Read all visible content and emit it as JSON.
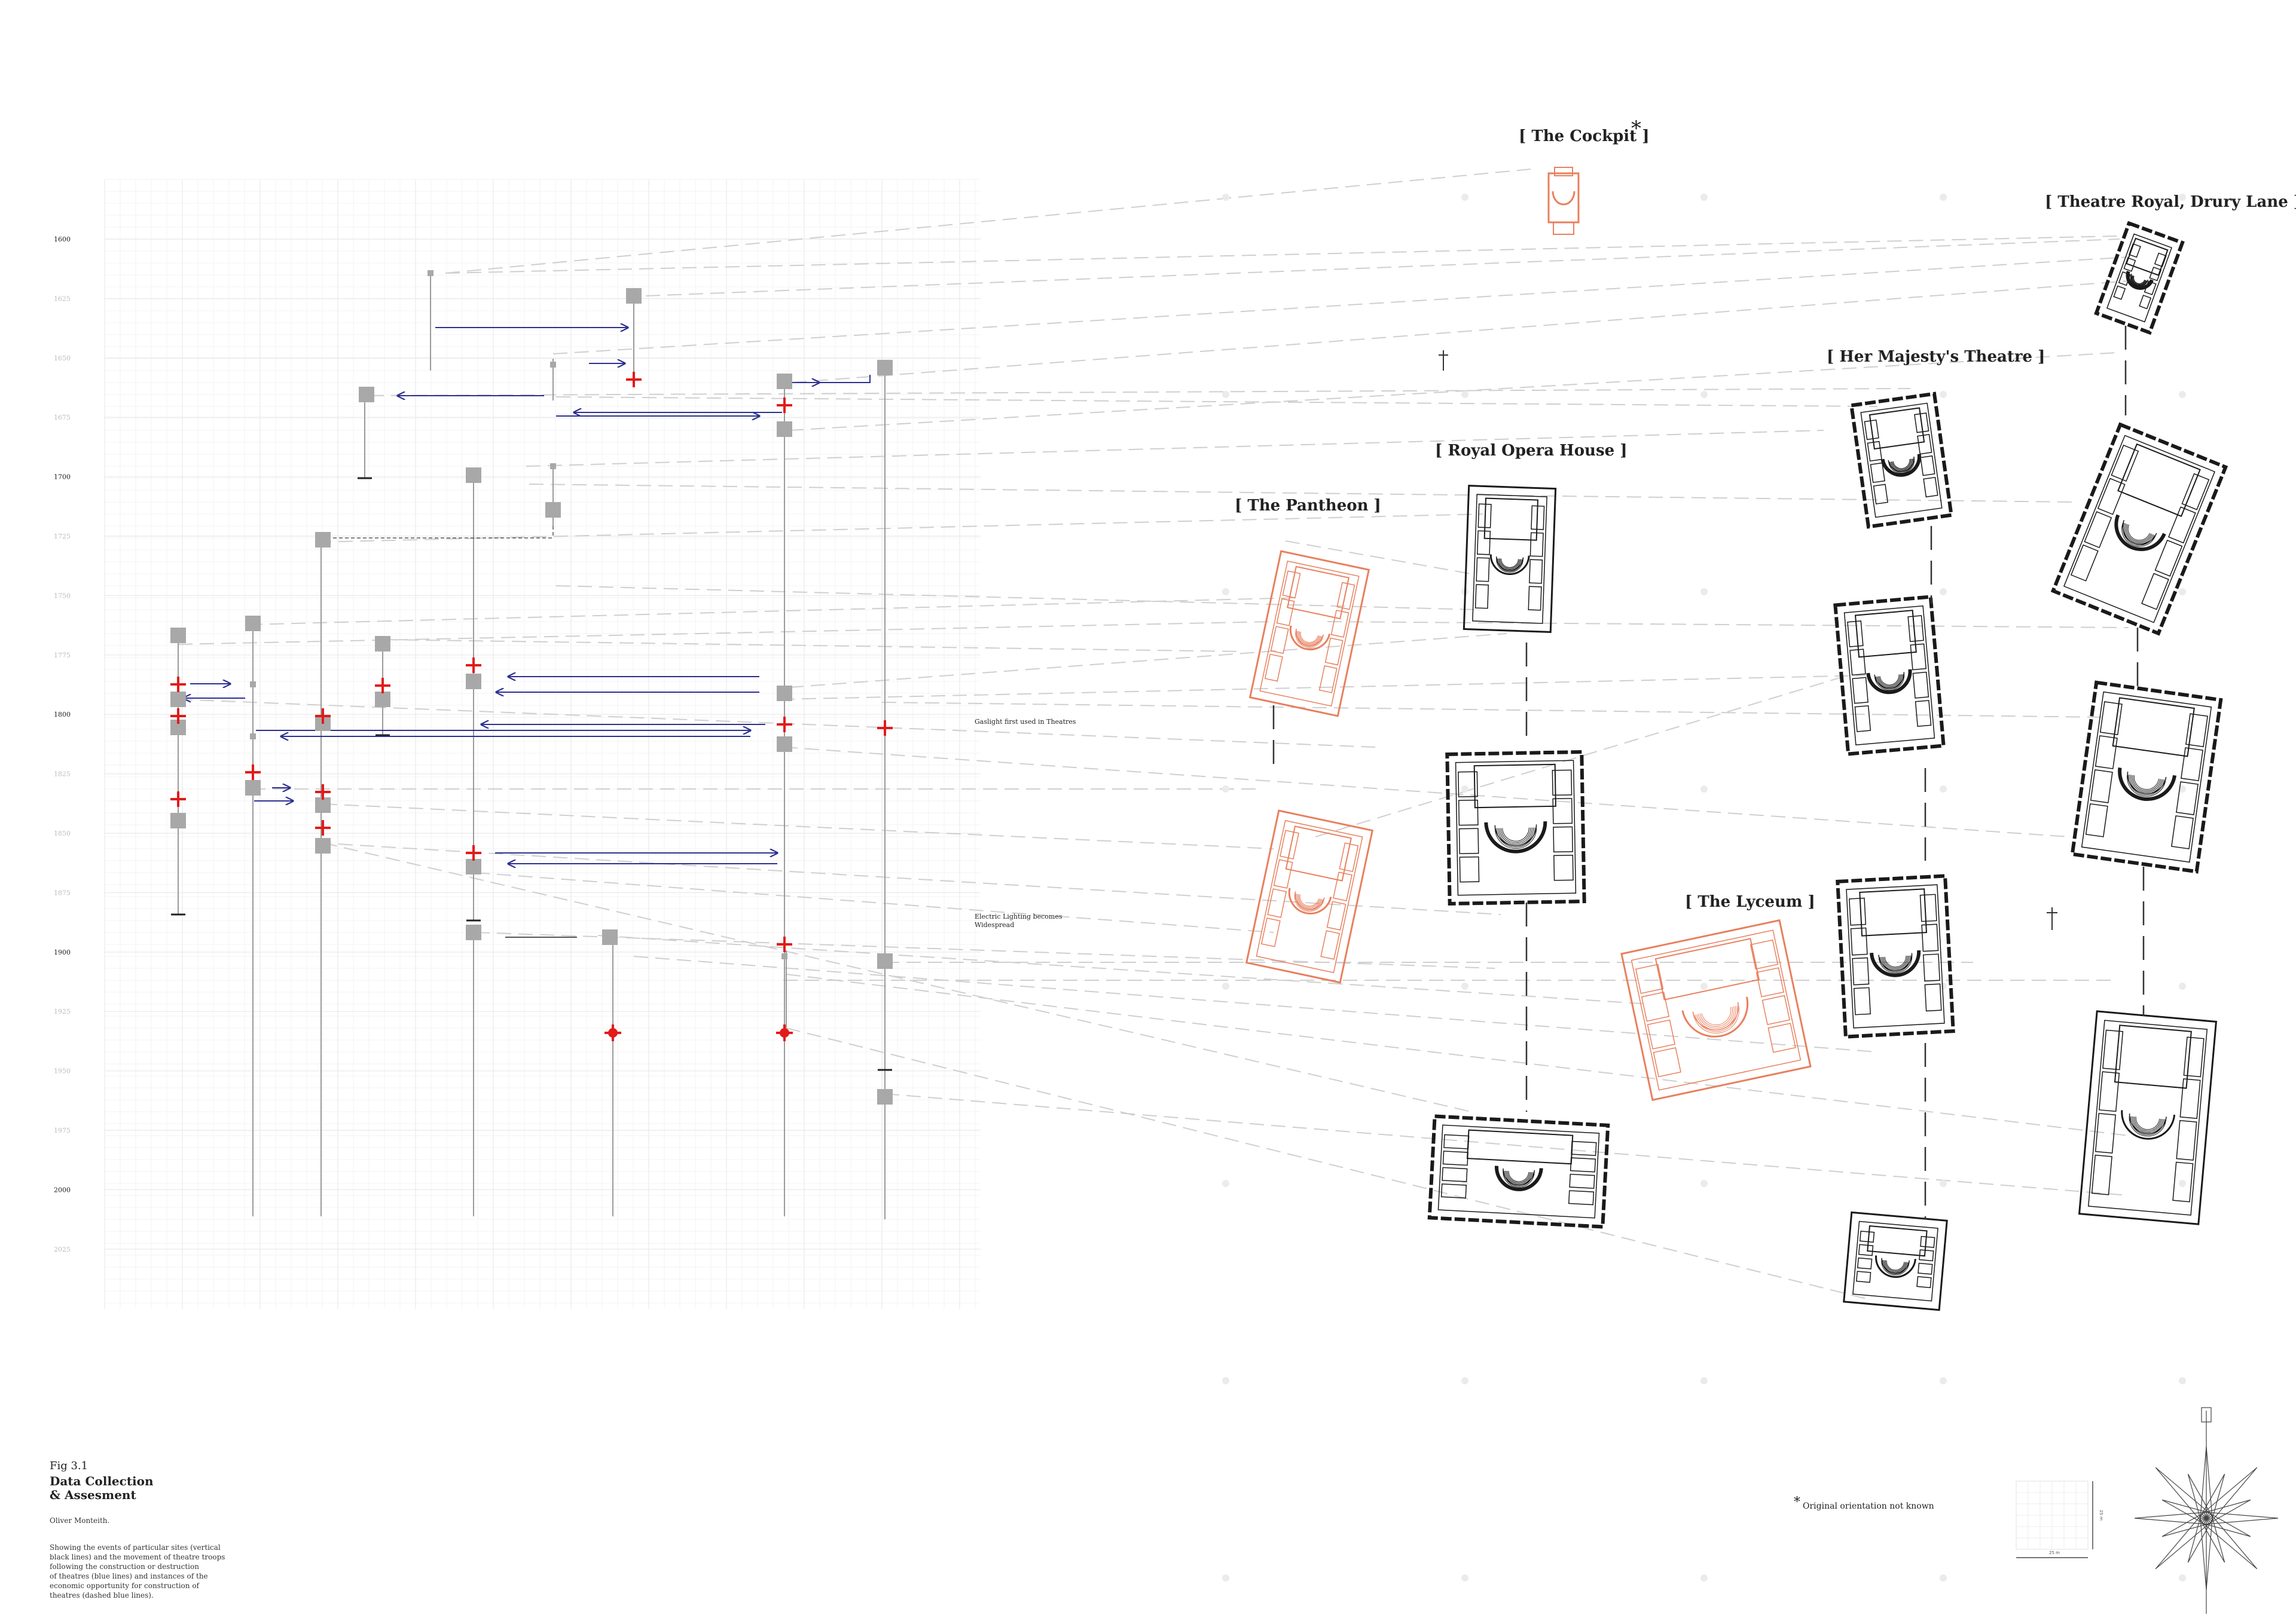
{
  "years": [
    "1600",
    "1625",
    "1650",
    "1675",
    "1700",
    "1725",
    "1750",
    "1775",
    "1800",
    "1825",
    "1850",
    "1875",
    "1900",
    "1925",
    "1950",
    "1975",
    "2000",
    "2025"
  ],
  "notes": {
    "gaslight": "Gaslight first used in Theatres",
    "electric_1": "Electric Lighting becomes",
    "electric_2": "Widespread"
  },
  "theatres": {
    "cockpit": "[ The Cockpit ]",
    "cockpit_mark": "*",
    "drury_lane": "[ Theatre Royal, Drury Lane ]",
    "her_majestys": "[ Her Majesty's Theatre ]",
    "royal_opera": "[ Royal Opera House ]",
    "pantheon": "[ The Pantheon ]",
    "lyceum": "[ The Lyceum ]"
  },
  "caption": {
    "fig": "Fig 3.1",
    "title_1": "Data Collection",
    "title_2": "& Assesment",
    "author": "Oliver Monteith.",
    "body": [
      "Showing the events of particular sites (vertical",
      "black lines) and the movement of theatre troops",
      "following the construction or destruction",
      "of theatres (blue lines) and instances of the",
      "economic opportunity for construction of",
      "theatres (dashed blue lines)."
    ]
  },
  "legend": {
    "asterisk": "*",
    "text": "Original orientation not known"
  },
  "scale": {
    "horizontal": "25 m",
    "vertical": "25 m"
  },
  "colors": {
    "grid": "#ececec",
    "site_line": "#9a9a9a",
    "square": "#a8a8a8",
    "cross": "#e21a1a",
    "arrow": "#2c2f8f",
    "dashed_link": "#cfcfcf",
    "plan_black": "#1a1a1a",
    "plan_orange": "#e8805e"
  }
}
